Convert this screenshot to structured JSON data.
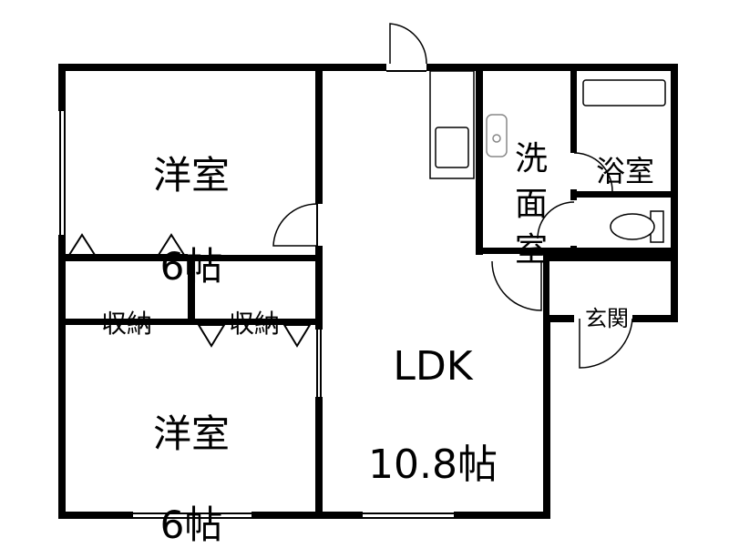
{
  "rooms": {
    "bedroom_top": {
      "name": "洋室",
      "size": "6帖"
    },
    "bedroom_bottom": {
      "name": "洋室",
      "size": "6帖"
    },
    "storage_left": {
      "name": "収納"
    },
    "storage_right": {
      "name": "収納"
    },
    "ldk": {
      "name": "LDK",
      "size": "10.8帖"
    },
    "washroom": {
      "name": "洗\n面\n室"
    },
    "bathroom": {
      "name": "浴室"
    },
    "entrance": {
      "name": "玄関"
    }
  },
  "colors": {
    "wall": "#000000",
    "background": "#ffffff",
    "fixture_outline": "#888888"
  }
}
